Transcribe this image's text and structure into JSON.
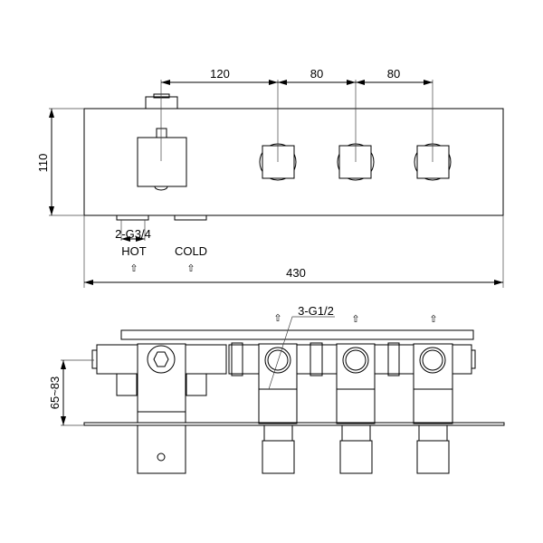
{
  "top_view": {
    "dimensions": {
      "spacing_1": "120",
      "spacing_2": "80",
      "spacing_3": "80",
      "height": "110",
      "width": "430"
    },
    "inlet_spec": "2-G3/4",
    "hot_label": "HOT",
    "cold_label": "COLD",
    "arrow_glyph": "⇧"
  },
  "side_view": {
    "outlet_spec": "3-G1/2",
    "depth_range": "65~83",
    "arrow_glyph": "⇧"
  }
}
